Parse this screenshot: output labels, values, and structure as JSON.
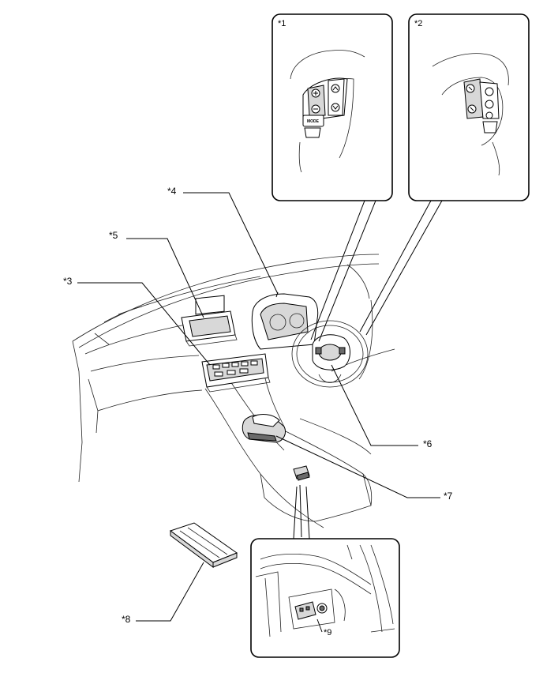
{
  "insets": {
    "left_switch": {
      "label": "*1",
      "mode_button": "MODE"
    },
    "right_switch": {
      "label": "*2"
    },
    "usb_port": {
      "label": "*9"
    }
  },
  "callouts": {
    "c3": "*3",
    "c4": "*4",
    "c5": "*5",
    "c6": "*6",
    "c7": "*7",
    "c8": "*8"
  }
}
